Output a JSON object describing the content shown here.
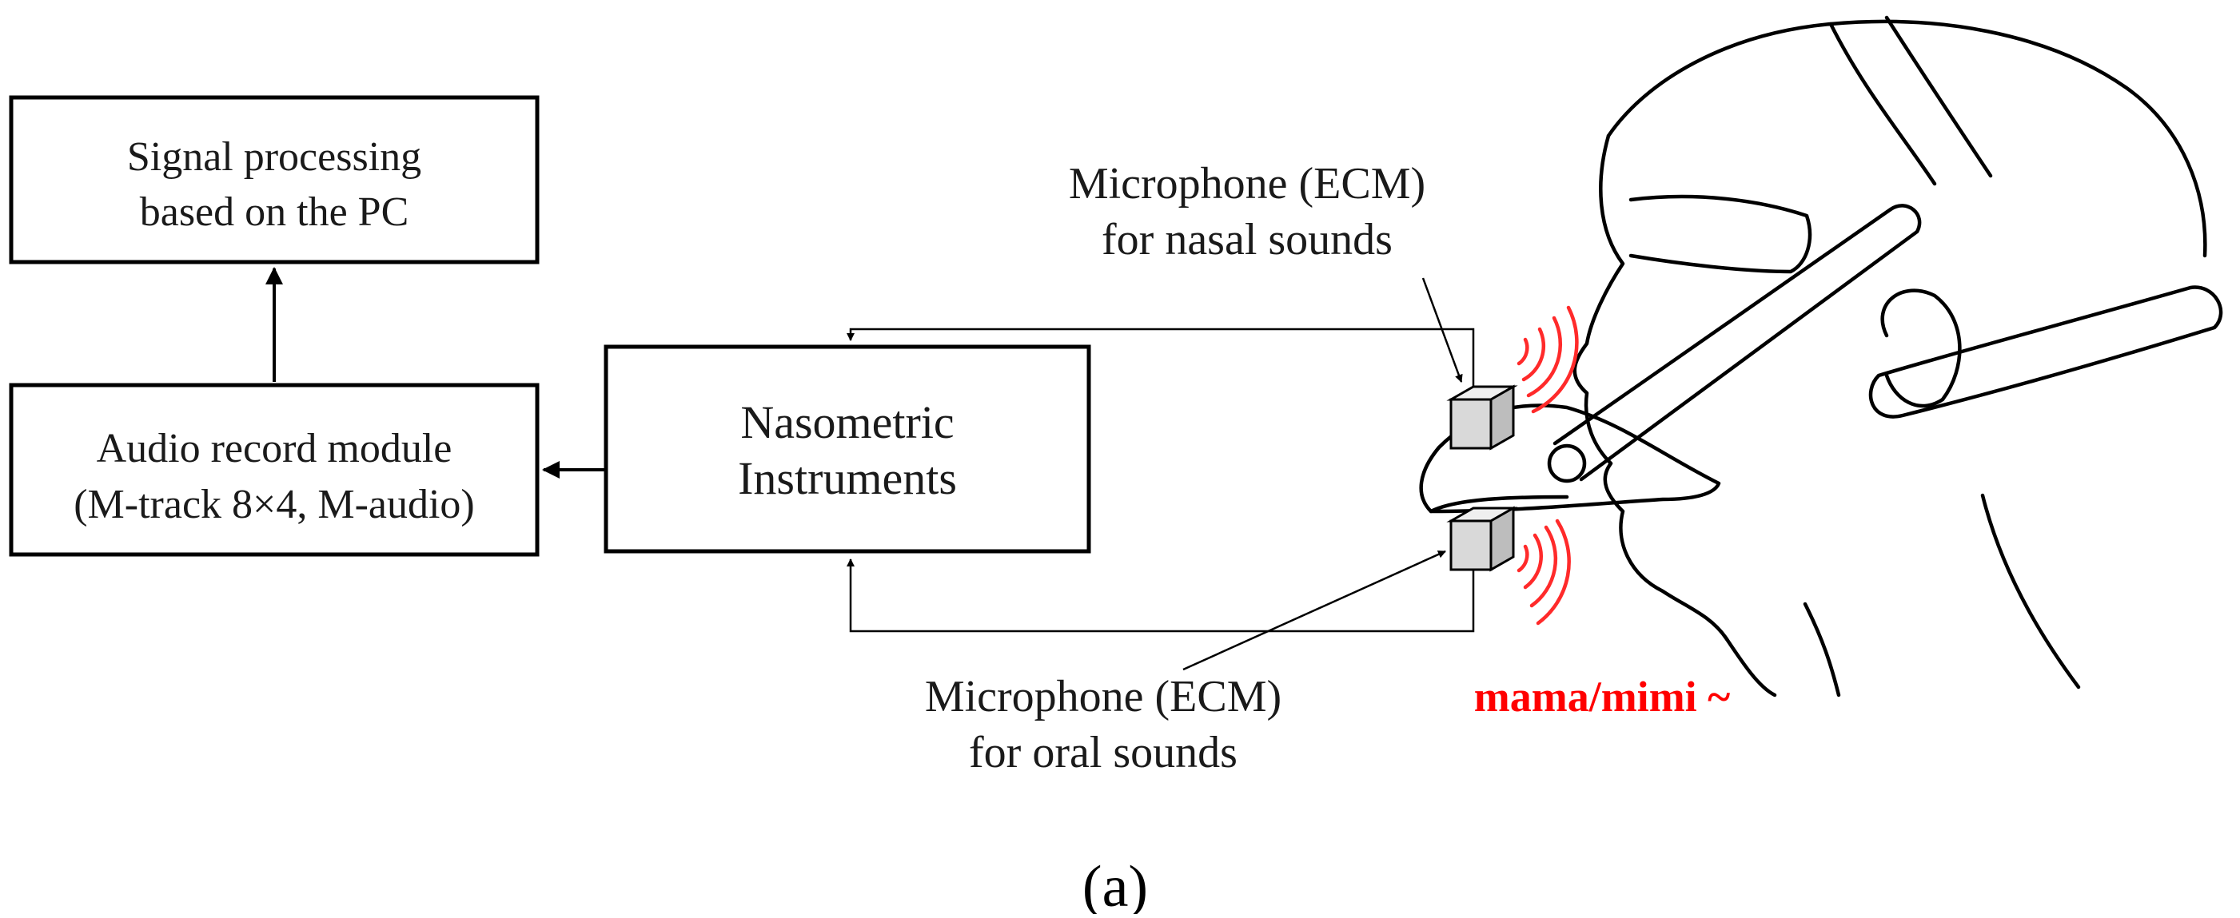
{
  "blocks": {
    "signal_processing": {
      "line1": "Signal processing",
      "line2": "based on the PC"
    },
    "audio_record": {
      "line1": "Audio record module",
      "line2": "(M-track 8×4, M-audio)"
    },
    "nasometric": {
      "line1": "Nasometric",
      "line2": "Instruments"
    }
  },
  "labels": {
    "mic_nasal": {
      "line1": "Microphone (ECM)",
      "line2": "for nasal sounds"
    },
    "mic_oral": {
      "line1": "Microphone (ECM)",
      "line2": "for oral sounds"
    },
    "speech": "mama/mimi ~"
  },
  "caption": "(a)",
  "colors": {
    "speech": "#ff0000",
    "sound_waves": "#ff2a2a",
    "microphone_fill": "#d9d9d9",
    "line": "#000000"
  },
  "icons": {
    "microphone": "microphone-cube-icon",
    "sound_wave": "sound-wave-icon",
    "head": "head-with-nasometer-headset-illustration"
  }
}
